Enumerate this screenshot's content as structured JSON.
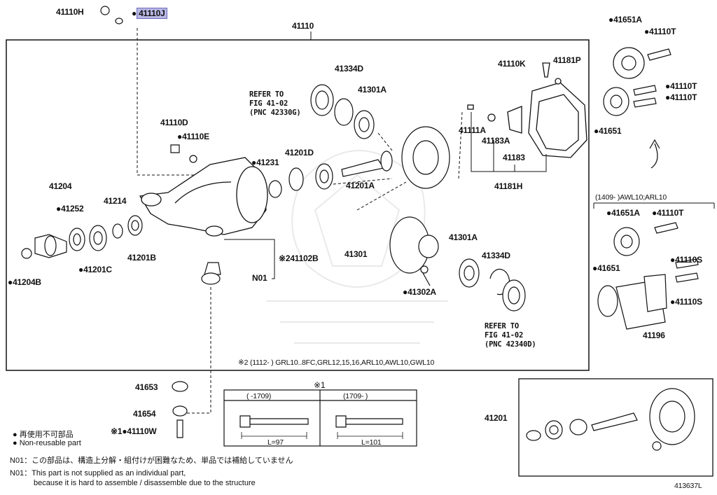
{
  "labels": {
    "p41110H": "41110H",
    "p41110J": "41110J",
    "p41110": "41110",
    "p41651A_top": "41651A",
    "p41110T_top": "41110T",
    "p41334D_top": "41334D",
    "p41301A_top": "41301A",
    "refer_top_1": "REFER TO",
    "refer_top_2": "FIG 41-02",
    "refer_top_3": "(PNC 42330G)",
    "p41110K": "41110K",
    "p41181P": "41181P",
    "p41110T_r1": "41110T",
    "p41110T_r2": "41110T",
    "p41651_top": "41651",
    "p41110D": "41110D",
    "p41110E": "41110E",
    "p41201D": "41201D",
    "p41231": "41231",
    "p41201A_top": "41201A",
    "p41111A": "41111A",
    "p41183A": "41183A",
    "p41183": "41183",
    "p41181H": "41181H",
    "p41204": "41204",
    "p41252": "41252",
    "p41214": "41214",
    "p41201B": "41201B",
    "p41201C": "41201C",
    "p41204B": "41204B",
    "p41102B": "※241102B",
    "pN01": "N01",
    "p41301": "41301",
    "p41301A_mid": "41301A",
    "p41334D_mid": "41334D",
    "p41302A": "41302A",
    "refer_bot_1": "REFER TO",
    "refer_bot_2": "FIG 41-02",
    "refer_bot_3": "(PNC 42340D)",
    "range_1409": "(1409-      )AWL10;ARL10",
    "p41651A_mid": "41651A",
    "p41110T_mid": "41110T",
    "p41651_mid": "41651",
    "p41110S_1": "41110S",
    "p41110S_2": "41110S",
    "p41196": "41196",
    "note_x2": "※2 (1112-      ) GRL10..8FC,GRL12,15,16,ARL10,AWL10,GWL10",
    "p41653": "41653",
    "p41654": "41654",
    "p41110W": "※1●41110W",
    "x1_title": "※1",
    "x1_col1": "(      -1709)",
    "x1_col2": "(1709-      )",
    "x1_len1": "L=97",
    "x1_len2": "L=101",
    "p41201_box": "41201",
    "fig_num": "413637L"
  },
  "legend": {
    "jp": "● 再使用不可部品",
    "en": "● Non-reusable part"
  },
  "notes": {
    "n01_jp": "N01：この部品は、構造上分解・組付けが困難なため、単品では補給していません",
    "n01_en": "N01：This part is not supplied as an individual part,",
    "n01_en2": "because it is hard to assemble / disassemble due to the structure"
  }
}
